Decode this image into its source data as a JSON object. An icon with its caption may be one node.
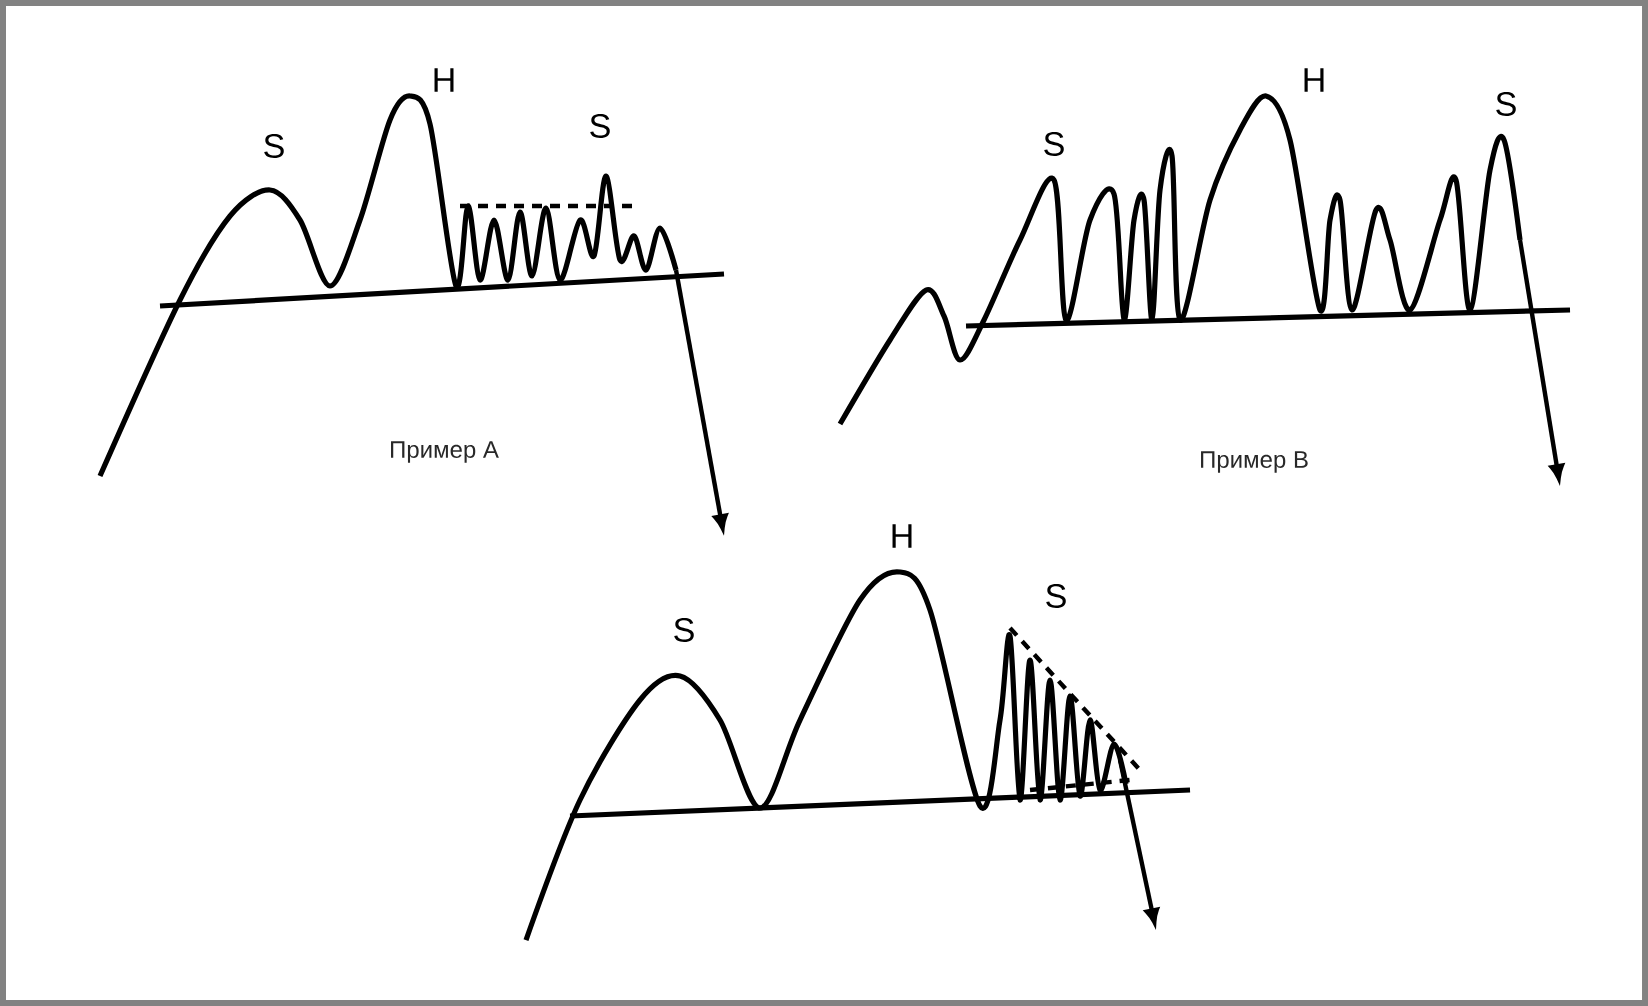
{
  "diagram": {
    "labels": [
      "S",
      "H",
      "S",
      "S",
      "H",
      "S",
      "Пример A",
      "Пример B",
      "S",
      "H",
      "S"
    ]
  }
}
